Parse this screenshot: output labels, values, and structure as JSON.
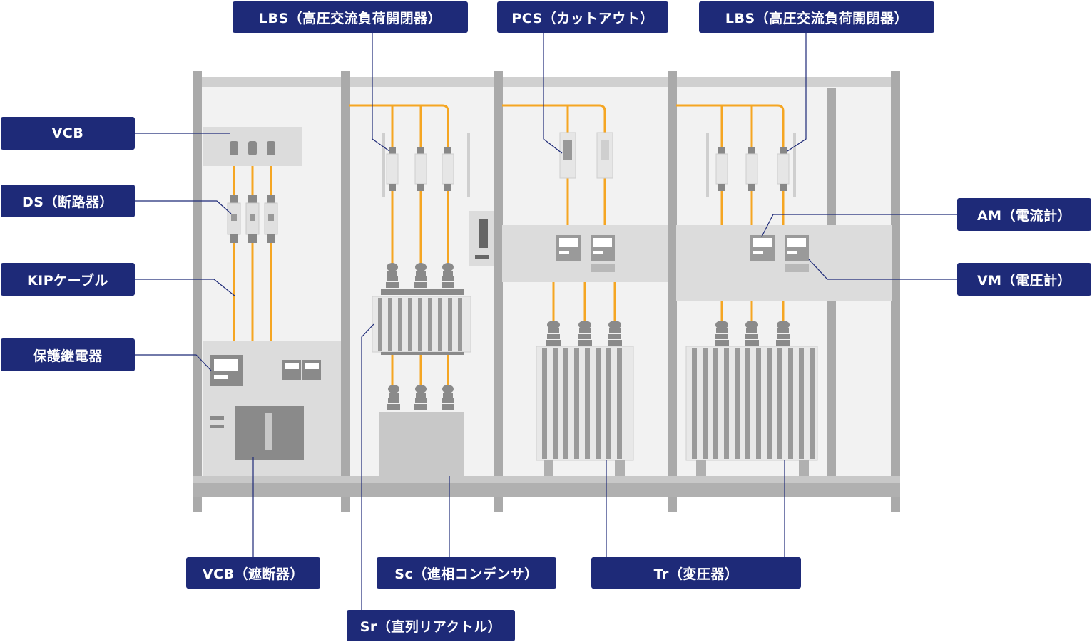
{
  "labels": {
    "lbs_left": "LBS（高圧交流負荷開閉器）",
    "pcs": "PCS（カットアウト）",
    "lbs_right": "LBS（高圧交流負荷開閉器）",
    "vcb": "VCB",
    "ds": "DS（断路器）",
    "kip": "KIPケーブル",
    "relay": "保護継電器",
    "am": "AM（電流計）",
    "vm": "VM（電圧計）",
    "vcb_breaker": "VCB（遮断器）",
    "sc": "Sc（進相コンデンサ）",
    "tr": "Tr（変圧器）",
    "sr": "Sr（直列リアクトル）"
  },
  "colors": {
    "label_bg": "#1e2a78",
    "label_text": "#ffffff",
    "bus_line": "#f5a623",
    "frame": "#aaaaaa",
    "panel_bg": "#f2f2f2",
    "panel_box": "#e0e0e0",
    "leader_line": "#1e2a78"
  }
}
